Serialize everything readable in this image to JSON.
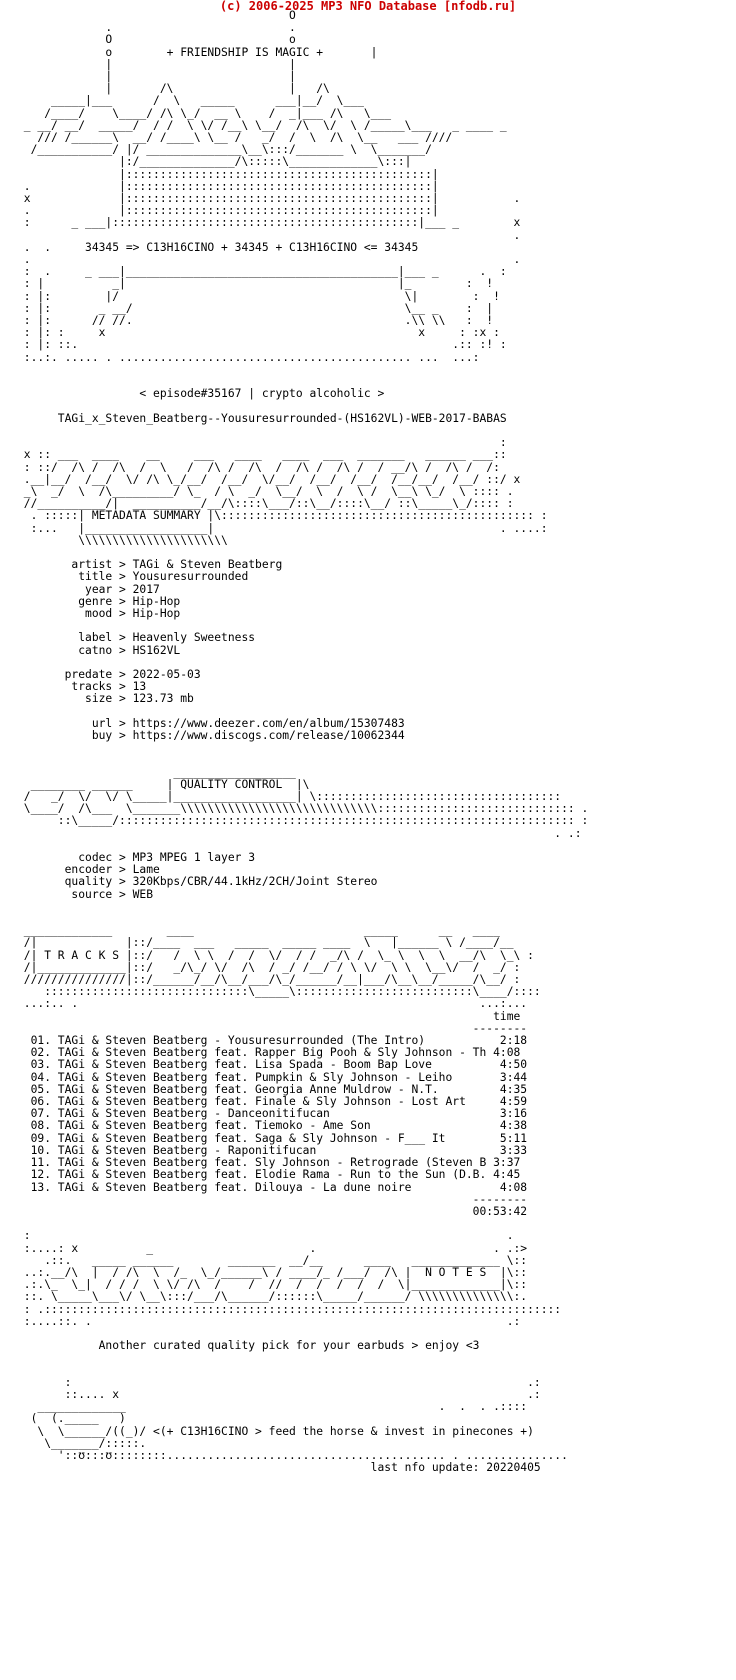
{
  "header": {
    "prefix": "(c) 2006-2025 MP3 NFO Database [",
    "site_link": "nfodb.ru",
    "suffix": "]"
  },
  "nfo_text": "                                        O\n             .                          .\n             O                          o\n             o        + FRIENDSHIP IS MAGIC +       |\n             |                          |\n             |                          |\n             |       /\\                 |   /\\\n     _____|___      /  \\   _____      ___|__/  \\___\n    /____/    \\____/ /\\ \\_/  __ \\    /  _|___ /\\   \\___\n _ __/ __/  _____/  / /  \\ \\/ /__\\ \\__/  /\\  \\/  \\ /_____\\___   _ ____ _\n   /// /______\\  __/ /____\\ \\__ /   _/  /  \\  /\\  \\__   ___ ////\n  /___________/ |/ ______________\\__\\:::/_______ \\  \\_______/\n               |:/______________/\\:::::\\_____________\\:::|\n               |:::::::::::::::::::::::::::::::::::::::::::::|\n .             |:::::::::::::::::::::::::::::::::::::::::::::|\n x             |:::::::::::::::::::::::::::::::::::::::::::::|           .\n .             |:::::::::::::::::::::::::::::::::::::::::::::|\n :      _ ___|:::::::::::::::::::::::::::::::::::::::::::::|___ _        x\n                                                                         .\n .  .     34345 => C13H16CINO + 34345 + C13H16CINO <= 34345\n .                                                                       .\n :  .     _ ___|________________________________________|___ _      .  :\n : |          _|                                        |_        :  !\n : |:        |/                                          \\|        :  !\n : |:       _ __/                                        \\__ _    :  |\n : |:      // //.                                        .\\\\ \\\\   :  !\n : |: :     x                                              x     : :x :\n : |: ::.                                                       .:: :! :\n :..:. ..... . ........................................... ...  ...:\n\n\n                  < episode#35167 | crypto alcoholic >\n\n      TAGi_x_Steven_Beatberg--Yousuresurrounded-(HS162VL)-WEB-2017-BABAS\n\n                                                                       :\n x :: ___  ____    __     ___   ____   ____  ___  _______   ______ ___::\n : ::/  /\\ /  /\\  /  \\   /  /\\ /  /\\  /  /\\ /  /\\ /  / __/\\ /  /\\ /  /:\n .__|__/  /__/  \\/ /\\ \\_/__/  /__/  \\/__/  /__/  /__/  /__/__/  /__/ ::/ x\n _\\  _/  \\  /\\_________/ \\_  / \\  _/  \\__/  \\  /  \\ /  \\__\\ \\_/  \\ :::: .\n //__________/|  __________/__/\\::::\\___/::\\__/::::\\__/ ::\\_____\\_/:::: :\n  . :::::| METADATA SUMMARY |\\:::::::::::::::::::::::::::::::::::::::::::::: :\n  :...   |__________________|                                          . ....:\n         \\\\\\\\\\\\\\\\\\\\\\\\\\\\\\\\\\\\\\\\\\\\\n\n        artist > TAGi & Steven Beatberg\n         title > Yousuresurrounded\n          year > 2017\n         genre > Hip-Hop\n          mood > Hip-Hop\n\n         label > Heavenly Sweetness\n         catno > HS162VL\n\n       predate > 2022-05-03\n        tracks > 13\n          size > 123.73 mb\n\n           url > https://www.deezer.com/en/album/15307483\n           buy > https://www.discogs.com/release/10062344\n\n\n                       __________________\n  ________ ______     | QUALITY CONTROL  |\\\n /   _/  \\/  \\/ \\_____|__________________| \\::::::::::::::::::::::::::::::::::::\n \\____/  /\\___  \\_______\\\\\\\\\\\\\\\\\\\\\\\\\\\\\\\\\\\\\\\\\\\\\\\\\\\\\\\\\\::::::::::::::::::::::::::::: .\n      ::\\_____/::::::::::::::::::::::::::::::::::::::::::::::::::::::::::::::::::: :\n                                                                               . .:\n\n         codec > MP3 MPEG 1 layer 3\n       encoder > Lame\n       quality > 320Kbps/CBR/44.1kHz/2CH/Joint Stereo\n        source > WEB\n\n\n _____________        ____                         _____      __   ____\n /|             |::/____  ___   _____  _____ ____  \\   |______ \\ /____/__\n /| T R A C K S |::/   /  \\ \\  /  /  \\/  / /  _/\\ /  \\_ \\  \\  \\  __/\\  \\_\\ :\n /|_____________|::/   _/\\_/ \\/  /\\  / _/ /__/ / \\ \\/  \\ \\  \\__\\/  /  _/ :\n ///////////////|::/______/__/\\__/___/\\_/______/__|___/\\__\\__/_____/\\__/ :\n    ::::::::::::::::::::::::::::::\\_____\\::::::::::::::::::::::::::\\____/::::\n ...:.. .                                                           ...:...\n                                                                      time\n                                                                   --------\n  01. TAGi & Steven Beatberg - Yousuresurrounded (The Intro)           2:18\n  02. TAGi & Steven Beatberg feat. Rapper Big Pooh & Sly Johnson - Th 4:08\n  03. TAGi & Steven Beatberg feat. Lisa Spada - Boom Bap Love          4:50\n  04. TAGi & Steven Beatberg feat. Pumpkin & Sly Johnson - Leiho       3:44\n  05. TAGi & Steven Beatberg feat. Georgia Anne Muldrow - N.T.         4:35\n  06. TAGi & Steven Beatberg feat. Finale & Sly Johnson - Lost Art     4:59\n  07. TAGi & Steven Beatberg - Danceonitifucan                         3:16\n  08. TAGi & Steven Beatberg feat. Tiemoko - Ame Son                   4:38\n  09. TAGi & Steven Beatberg feat. Saga & Sly Johnson - F___ It        5:11\n  10. TAGi & Steven Beatberg - Raponitifucan                           3:33\n  11. TAGi & Steven Beatberg feat. Sly Johnson - Retrograde (Steven B 3:37\n  12. TAGi & Steven Beatberg feat. Elodie Rama - Run to the Sun (D.B. 4:45\n  13. TAGi & Steven Beatberg feat. Dilouya - La dune noire             4:08\n                                                                   --------\n                                                                   00:53:42\n\n :                                                                      .\n :....: x          _                       .                          . .:>\n    .::.   _____ ______        _______  __/__      ____   _____________ \\::\n ..:.__/\\  |  / /\\  \\  /_  \\_/______\\ / ____/_ /___/  /\\ |  N O T E S  |\\::\n .:.\\_  \\_|  / / /  \\ \\/ /\\  /    /  //  /  /  /  /  /  \\|_____________|\\::\n ::. \\_____\\___\\/ \\__\\:::/___/\\______/::::::\\_____/______/ \\\\\\\\\\\\\\\\\\\\\\\\\\\\:.\n : .::::::::::::::::::::::::::::::::::::::::::::::::::::::::::::::::::::::::::::\n :....::. .                                                             .:\n\n            Another curated quality pick for your earbuds > enjoy <3\n\n\n       :                                                                   .:\n       ::.... x                                                            .:\n   _____________                                              .  .  . .::::\n  (  (._____   )\n   \\  \\______/((_)/ <(+ C13H16CINO > feed the horse & invest in pinecones +)\n    \\_______/:::::.\n      '::ʊ:::ʊ::::::::......................................... . ...............\n                                                    last nfo update: 20220405"
}
